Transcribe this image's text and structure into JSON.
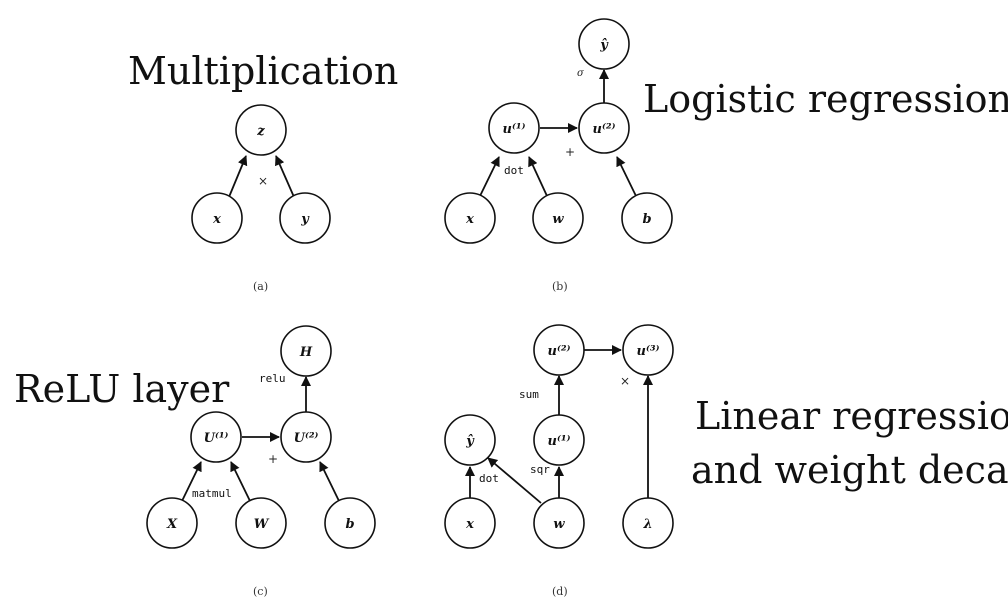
{
  "titles": {
    "a": "Multiplication",
    "b": "Logistic regression",
    "c": "ReLU layer",
    "d_line1": "Linear regression",
    "d_line2": "and weight decay"
  },
  "subfigure_labels": {
    "a": "(a)",
    "b": "(b)",
    "c": "(c)",
    "d": "(d)"
  },
  "nodes": {
    "a_z": "z",
    "a_x": "x",
    "a_y": "y",
    "b_yhat": "ŷ",
    "b_u1": "u⁽¹⁾",
    "b_u2": "u⁽²⁾",
    "b_x": "x",
    "b_w": "w",
    "b_b": "b",
    "c_H": "H",
    "c_U1": "U⁽¹⁾",
    "c_U2": "U⁽²⁾",
    "c_X": "X",
    "c_W": "W",
    "c_b": "b",
    "d_u2": "u⁽²⁾",
    "d_u3": "u⁽³⁾",
    "d_u1": "u⁽¹⁾",
    "d_yhat": "ŷ",
    "d_x": "x",
    "d_w": "w",
    "d_lambda": "λ"
  },
  "ops": {
    "a_mul": "×",
    "b_dot": "dot",
    "b_plus": "+",
    "b_sigma": "σ",
    "c_matmul": "matmul",
    "c_plus": "+",
    "c_relu": "relu",
    "d_sum": "sum",
    "d_sqr": "sqr",
    "d_dot": "dot",
    "d_mul": "×"
  }
}
